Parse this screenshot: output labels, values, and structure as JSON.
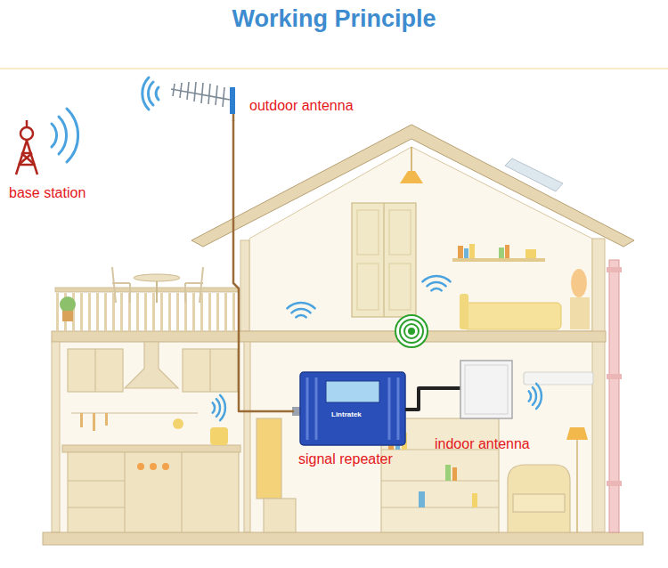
{
  "diagram": {
    "title": "Working Principle",
    "nodes": [
      {
        "text": [
          "base station"
        ]
      },
      {
        "text": [
          "outdoor antenna"
        ]
      },
      {
        "text": [
          "signal repeater"
        ]
      },
      {
        "text": [
          "indoor antenna"
        ]
      }
    ],
    "edges": [
      {
        "from": 1,
        "to": 2,
        "arrow": "none"
      },
      {
        "from": 2,
        "to": 3,
        "arrow": "none"
      }
    ],
    "labels": [
      "Lintratek"
    ]
  }
}
